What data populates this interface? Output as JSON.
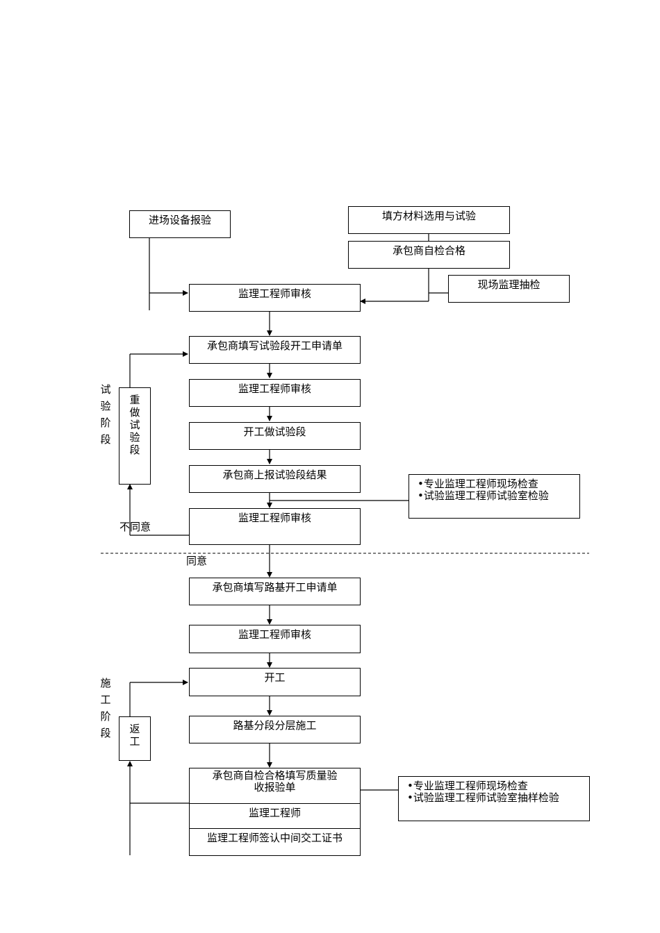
{
  "boxes": {
    "equipment_inspection": "进场设备报验",
    "fill_material_test": "填方材料选用与试验",
    "contractor_self_check": "承包商自检合格",
    "site_supervision_spot_check": "现场监理抽检",
    "engineer_review_1": "监理工程师审核",
    "trial_section_application": "承包商填写试验段开工申请单",
    "engineer_review_2": "监理工程师审核",
    "start_trial_section": "开工做试验段",
    "report_trial_results": "承包商上报试验段结果",
    "engineer_review_3": "监理工程师审核",
    "subgrade_application": "承包商填写路基开工申请单",
    "engineer_review_4": "监理工程师审核",
    "start_work": "开工",
    "layered_construction": "路基分段分层施工",
    "quality_acceptance_form": "承包商自检合格填写质量验收报验单",
    "supervising_engineer": "监理工程师",
    "interim_certificate": "监理工程师签认中间交工证书"
  },
  "side_boxes": {
    "redo_trial": "重做试验段",
    "rework": "返工"
  },
  "notes": {
    "trial_checks": [
      "•专业监理工程师现场检查",
      "•试验监理工程师试验室检验"
    ],
    "construction_checks": [
      "•专业监理工程师现场检查",
      "•试验监理工程师试验室抽样检验"
    ]
  },
  "labels": {
    "trial_stage": "试验阶段",
    "construction_stage": "施工阶段",
    "disagree": "不同意",
    "agree": "同意"
  }
}
